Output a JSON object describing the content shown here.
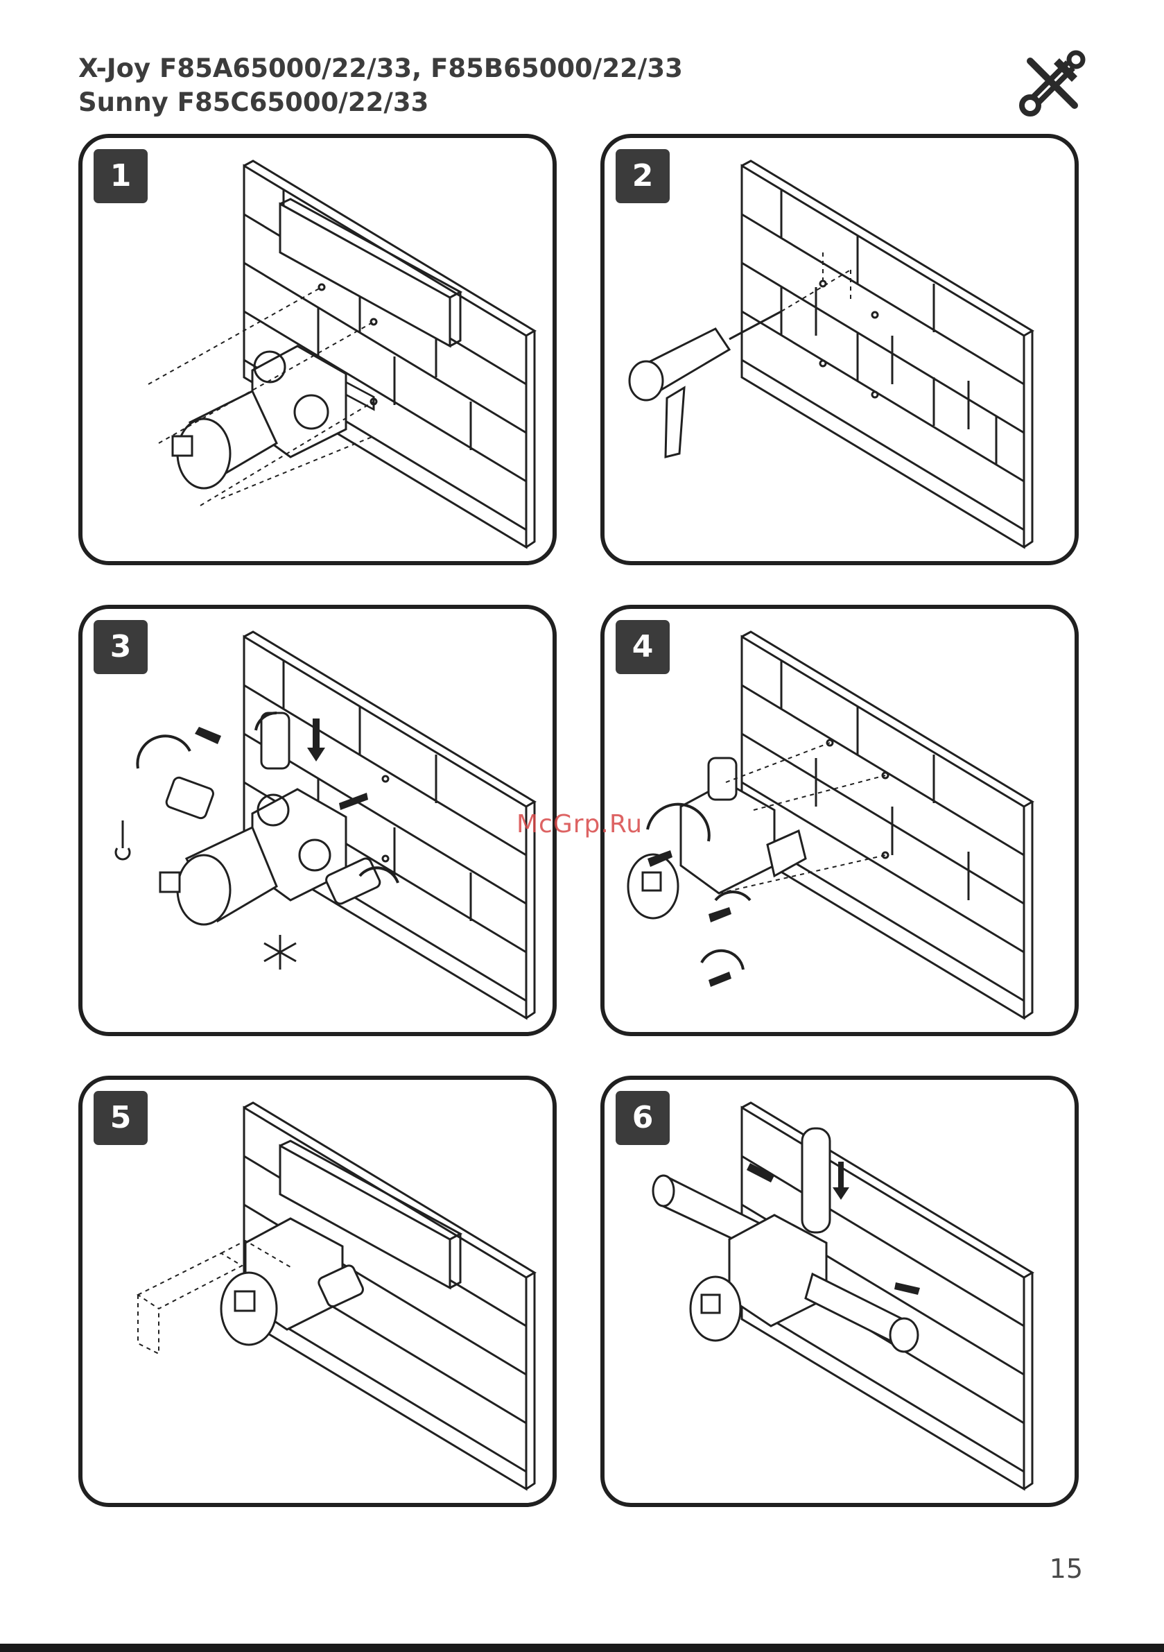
{
  "header": {
    "title_line1": "X-Joy F85A65000/22/33, F85B65000/22/33",
    "title_line2": "Sunny F85C65000/22/33",
    "tools_icon": "wrench-screwdriver-icon"
  },
  "steps": [
    {
      "number": "1"
    },
    {
      "number": "2"
    },
    {
      "number": "3"
    },
    {
      "number": "4"
    },
    {
      "number": "5"
    },
    {
      "number": "6"
    }
  ],
  "watermark": "McGrp.Ru",
  "page_number": "15",
  "colors": {
    "line": "#202020",
    "badge": "#3b3b3b",
    "watermark": "#d84848"
  }
}
